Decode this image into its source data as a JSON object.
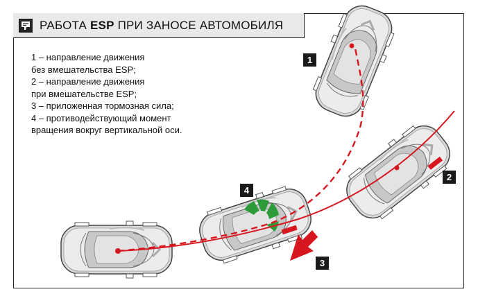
{
  "title": {
    "part1": "РАБОТА ",
    "bold": "ESP",
    "part2": " ПРИ ЗАНОСЕ АВТОМОБИЛЯ"
  },
  "legend": [
    "1 – направление движения",
    "без вмешательства ESP;",
    "2 – направление движения",
    "при вмешательстве ESP;",
    "3 – приложенная тормозная сила;",
    "4 – противодействующий момент",
    "вращения вокруг вертикальной оси."
  ],
  "markers": [
    "1",
    "2",
    "3",
    "4"
  ],
  "colors": {
    "path": "#d7171f",
    "brake": "#d7171f",
    "torque": "#2e9b3a",
    "marker_bg": "#1a1a1a",
    "title_bg": "#e9e9e9"
  },
  "icons": {
    "title": "esp-warning-icon"
  }
}
